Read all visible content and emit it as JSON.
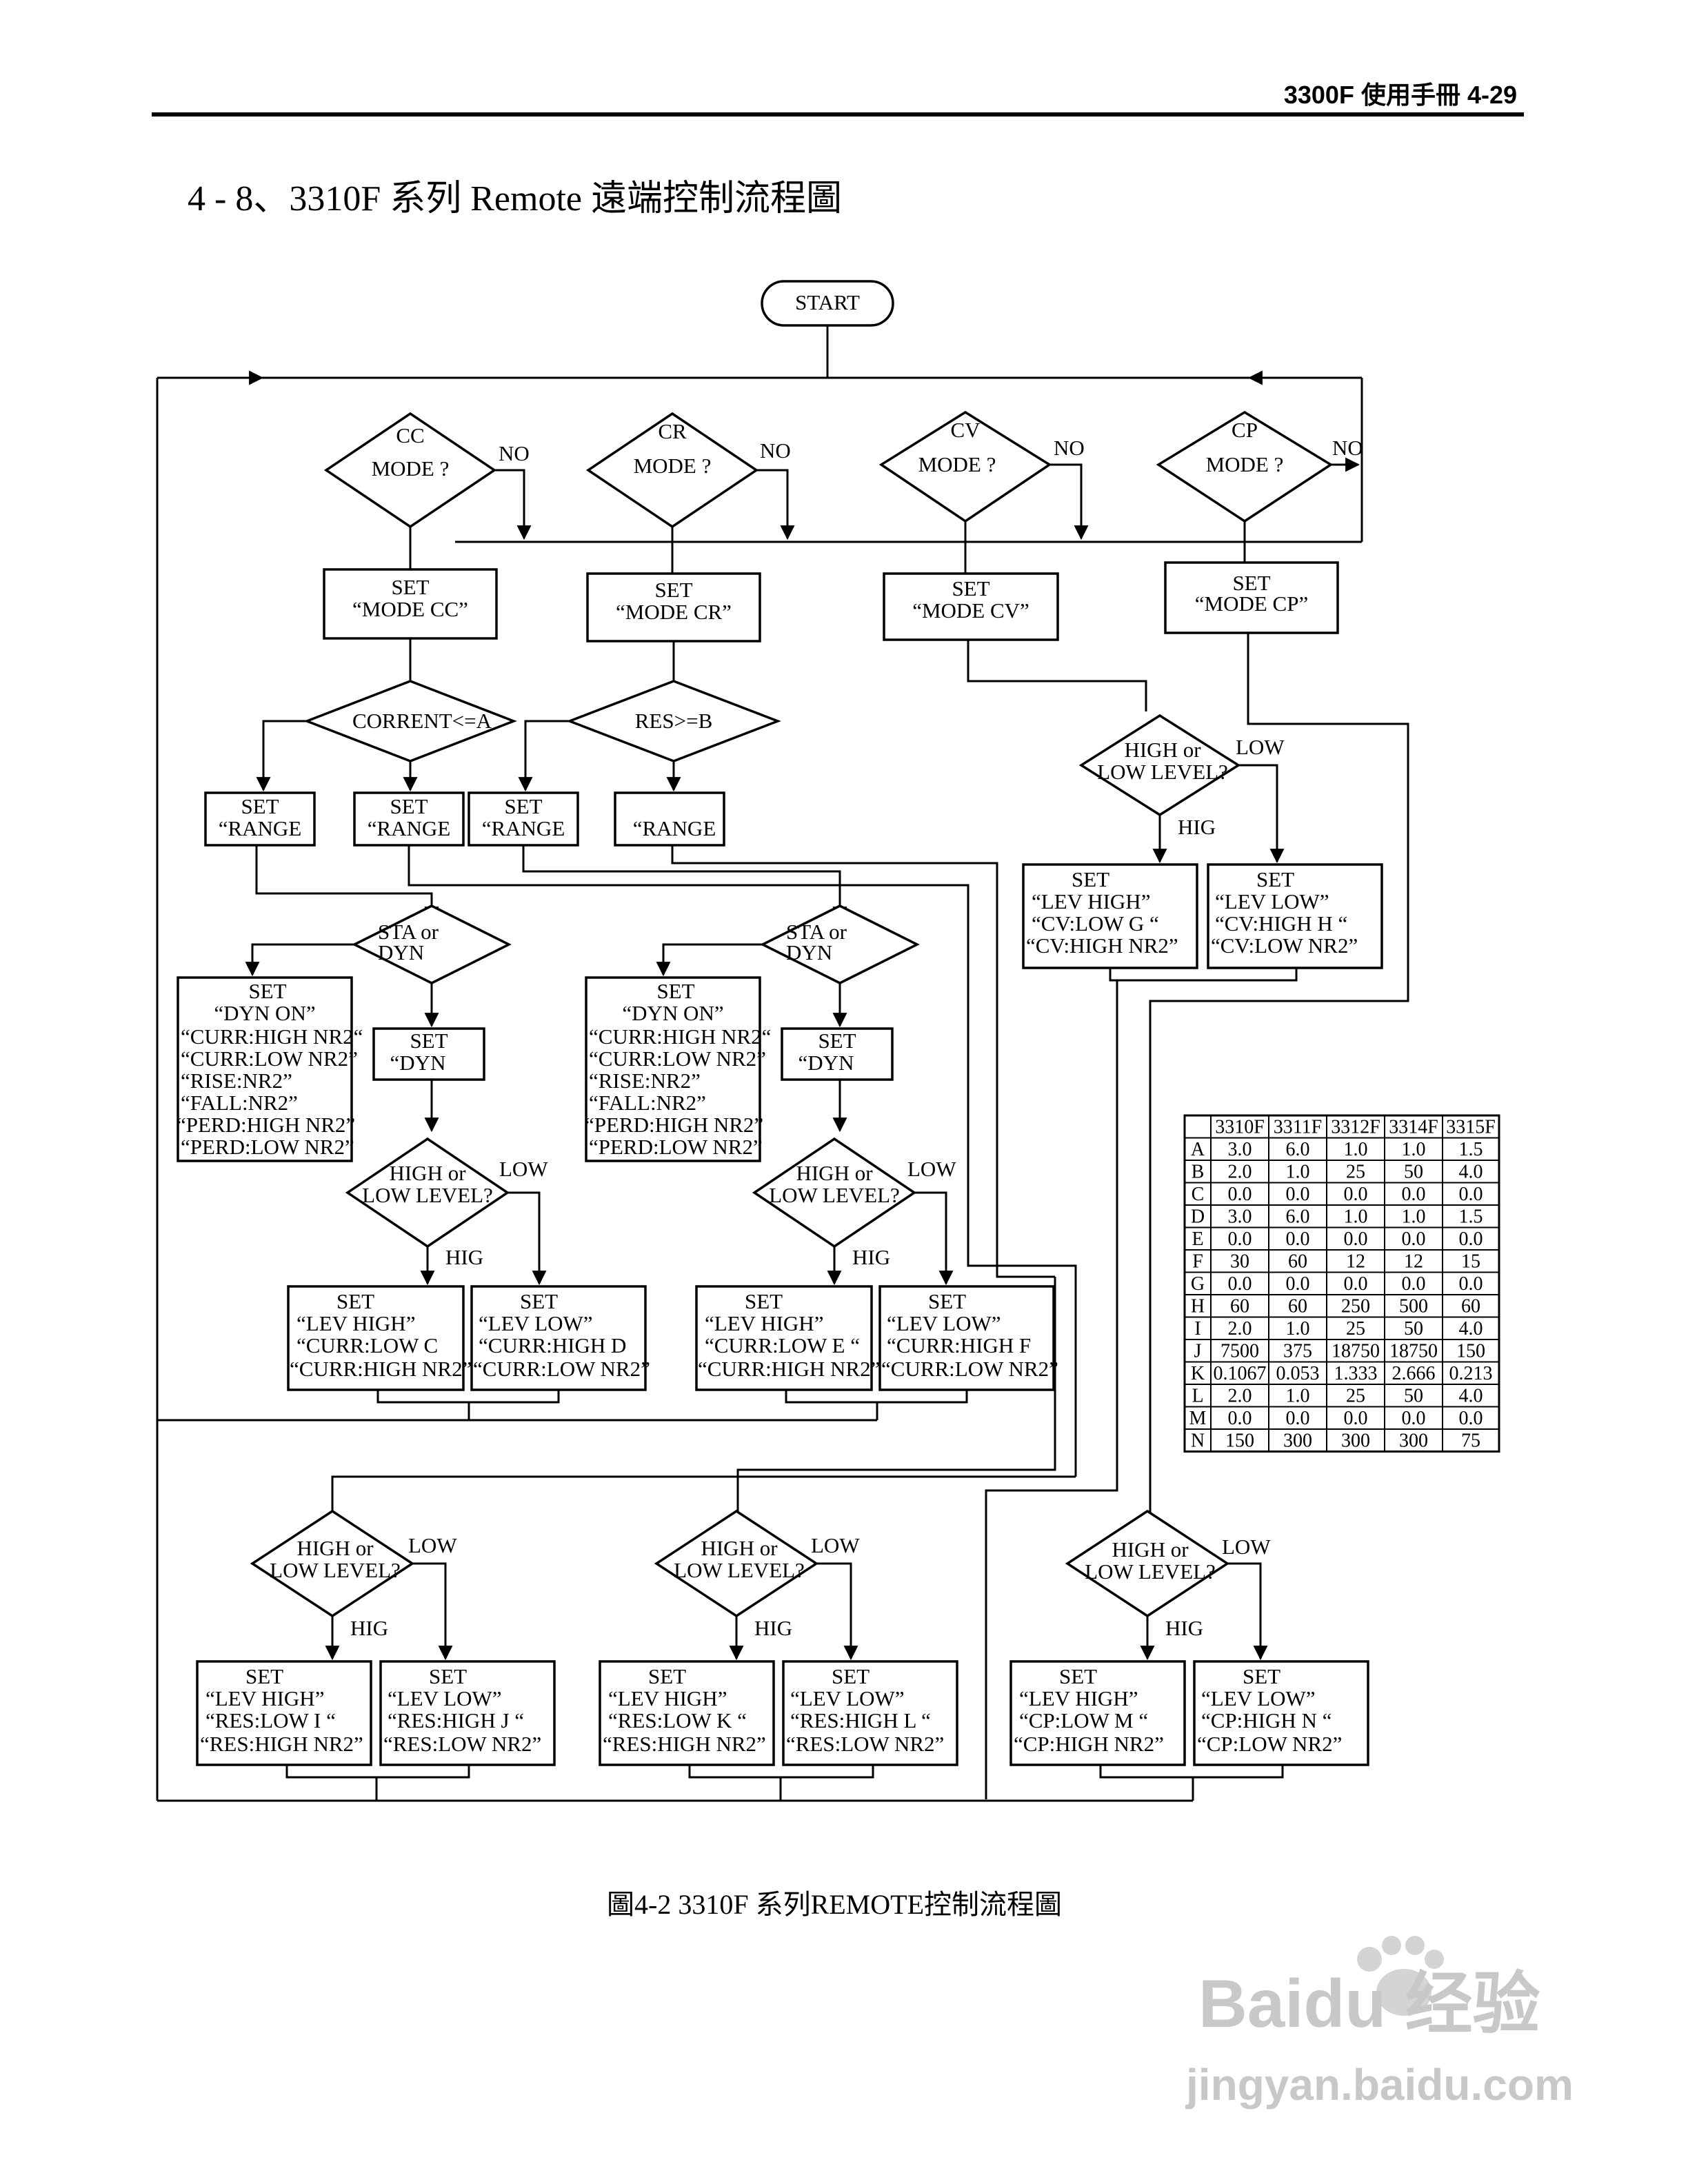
{
  "header": {
    "text": "3300F 使用手冊 4-29"
  },
  "section_title": "4 - 8、3310F 系列 Remote 遠端控制流程圖",
  "flowchart": {
    "start": "START",
    "labels": {
      "no": "NO",
      "low": "LOW",
      "hig": "HIG"
    },
    "mode_decisions": [
      {
        "line1": "CC",
        "line2": "MODE ?"
      },
      {
        "line1": "CR",
        "line2": "MODE ?"
      },
      {
        "line1": "CV",
        "line2": "MODE ?"
      },
      {
        "line1": "CP",
        "line2": "MODE ?"
      }
    ],
    "mode_boxes": [
      {
        "line1": "SET",
        "line2": "“MODE CC”"
      },
      {
        "line1": "SET",
        "line2": "“MODE CR”"
      },
      {
        "line1": "SET",
        "line2": "“MODE CV”"
      },
      {
        "line1": "SET",
        "line2": "“MODE CP”"
      }
    ],
    "range_decisions": [
      "CORRENT<=A",
      "RES>=B"
    ],
    "range_boxes": [
      {
        "line1": "SET",
        "line2": "“RANGE"
      },
      {
        "line1": "SET",
        "line2": "“RANGE"
      },
      {
        "line1": "SET",
        "line2": "“RANGE"
      },
      {
        "line1": "",
        "line2": "“RANGE"
      }
    ],
    "sta_dyn": {
      "line1": "STA or",
      "line2": "DYN"
    },
    "dyn_on_box": [
      "SET",
      "“DYN ON”",
      "“CURR:HIGH NR2“",
      "“CURR:LOW NR2”",
      "“RISE:NR2”",
      "“FALL:NR2”",
      "“PERD:HIGH NR2”",
      "“PERD:LOW NR2”"
    ],
    "dyn_box": [
      "SET",
      "“DYN"
    ],
    "level_decision": {
      "line1": "HIGH or",
      "line2": "LOW LEVEL?"
    },
    "level_boxes": {
      "cv_high": [
        "SET",
        "“LEV HIGH”",
        "“CV:LOW G “",
        "“CV:HIGH NR2”"
      ],
      "cv_low": [
        "SET",
        "“LEV LOW”",
        "“CV:HIGH H “",
        "“CV:LOW NR2”"
      ],
      "cc_high": [
        "SET",
        "“LEV HIGH”",
        "“CURR:LOW C",
        "“CURR:HIGH NR2”"
      ],
      "cc_low": [
        "SET",
        "“LEV LOW”",
        "“CURR:HIGH D",
        "“CURR:LOW NR2”"
      ],
      "cr_high": [
        "SET",
        "“LEV HIGH”",
        "“CURR:LOW E “",
        "“CURR:HIGH NR2”"
      ],
      "cr_low": [
        "SET",
        "“LEV LOW”",
        "“CURR:HIGH F",
        "“CURR:LOW NR2”"
      ],
      "res_i_high": [
        "SET",
        "“LEV HIGH”",
        "“RES:LOW I “",
        "“RES:HIGH NR2”"
      ],
      "res_j_low": [
        "SET",
        "“LEV LOW”",
        "“RES:HIGH J “",
        "“RES:LOW NR2”"
      ],
      "res_k_high": [
        "SET",
        "“LEV HIGH”",
        "“RES:LOW K “",
        "“RES:HIGH NR2”"
      ],
      "res_l_low": [
        "SET",
        "“LEV LOW”",
        "“RES:HIGH L “",
        "“RES:LOW NR2”"
      ],
      "cp_high": [
        "SET",
        "“LEV HIGH”",
        "“CP:LOW M “",
        "“CP:HIGH NR2”"
      ],
      "cp_low": [
        "SET",
        "“LEV LOW”",
        "“CP:HIGH N “",
        "“CP:LOW NR2”"
      ]
    }
  },
  "table": {
    "columns": [
      "3310F",
      "3311F",
      "3312F",
      "3314F",
      "3315F"
    ],
    "rows": [
      {
        "key": "A",
        "values": [
          "3.0",
          "6.0",
          "1.0",
          "1.0",
          "1.5"
        ]
      },
      {
        "key": "B",
        "values": [
          "2.0",
          "1.0",
          "25",
          "50",
          "4.0"
        ]
      },
      {
        "key": "C",
        "values": [
          "0.0",
          "0.0",
          "0.0",
          "0.0",
          "0.0"
        ]
      },
      {
        "key": "D",
        "values": [
          "3.0",
          "6.0",
          "1.0",
          "1.0",
          "1.5"
        ]
      },
      {
        "key": "E",
        "values": [
          "0.0",
          "0.0",
          "0.0",
          "0.0",
          "0.0"
        ]
      },
      {
        "key": "F",
        "values": [
          "30",
          "60",
          "12",
          "12",
          "15"
        ]
      },
      {
        "key": "G",
        "values": [
          "0.0",
          "0.0",
          "0.0",
          "0.0",
          "0.0"
        ]
      },
      {
        "key": "H",
        "values": [
          "60",
          "60",
          "250",
          "500",
          "60"
        ]
      },
      {
        "key": "I",
        "values": [
          "2.0",
          "1.0",
          "25",
          "50",
          "4.0"
        ]
      },
      {
        "key": "J",
        "values": [
          "7500",
          "375",
          "18750",
          "18750",
          "150"
        ]
      },
      {
        "key": "K",
        "values": [
          "0.1067",
          "0.053",
          "1.333",
          "2.666",
          "0.213"
        ]
      },
      {
        "key": "L",
        "values": [
          "2.0",
          "1.0",
          "25",
          "50",
          "4.0"
        ]
      },
      {
        "key": "M",
        "values": [
          "0.0",
          "0.0",
          "0.0",
          "0.0",
          "0.0"
        ]
      },
      {
        "key": "N",
        "values": [
          "150",
          "300",
          "300",
          "300",
          "75"
        ]
      }
    ]
  },
  "caption": "圖4-2 3310F 系列REMOTE控制流程圖",
  "watermark": {
    "line1": "Baidu 经验",
    "line2": "jingyan.baidu.com"
  }
}
